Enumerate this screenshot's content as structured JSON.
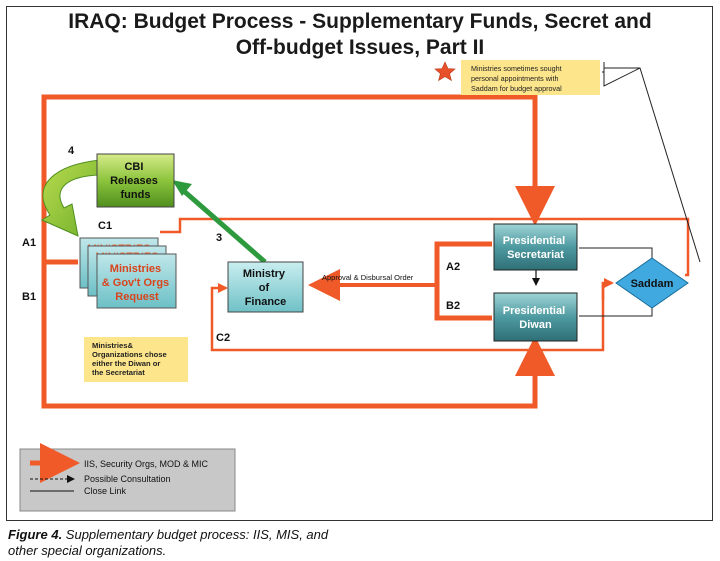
{
  "title": {
    "line1": "IRAQ: Budget Process - Supplementary Funds, Secret and",
    "line2": "Off-budget Issues, Part II"
  },
  "note_top": {
    "lines": [
      "Ministries sometimes sought",
      "personal appointments with",
      "Saddam for budget  approval"
    ]
  },
  "note_left": {
    "lines": [
      "Ministries&",
      "Organizations chose",
      "either the Diwan or",
      "the Secretariat"
    ]
  },
  "nodes": {
    "cbi": [
      "CBI",
      "Releases",
      "funds"
    ],
    "ministries_back1": "MINISTRIES",
    "ministries_back2": "MINISTRIES",
    "ministries_front": [
      "Ministries",
      "& Gov't Orgs",
      "Request"
    ],
    "mof": [
      "Ministry",
      "of",
      "Finance"
    ],
    "secretariat": [
      "Presidential",
      "Secretariat"
    ],
    "diwan": [
      "Presidential",
      "Diwan"
    ],
    "saddam": "Saddam"
  },
  "labels": {
    "n4": "4",
    "n3": "3",
    "c1": "C1",
    "c2": "C2",
    "a1": "A1",
    "b1": "B1",
    "a2": "A2",
    "b2": "B2",
    "approval": "Approval & Disbursal Order"
  },
  "legend": {
    "items": [
      "IIS, Security Orgs, MOD &  MIC",
      "Possible Consultation",
      "Close Link"
    ]
  },
  "caption": {
    "bold": "Figure 4.",
    "text": " Supplementary budget process: IIS, MIS, and",
    "line2": "other special organizations."
  },
  "colors": {
    "orange": "#f05a28",
    "green": "#2e9a3e",
    "teal": "#4a9aa0",
    "note": "#fde58c",
    "diamond": "#3fa9e0",
    "legend_bg": "#c8c8c8"
  }
}
